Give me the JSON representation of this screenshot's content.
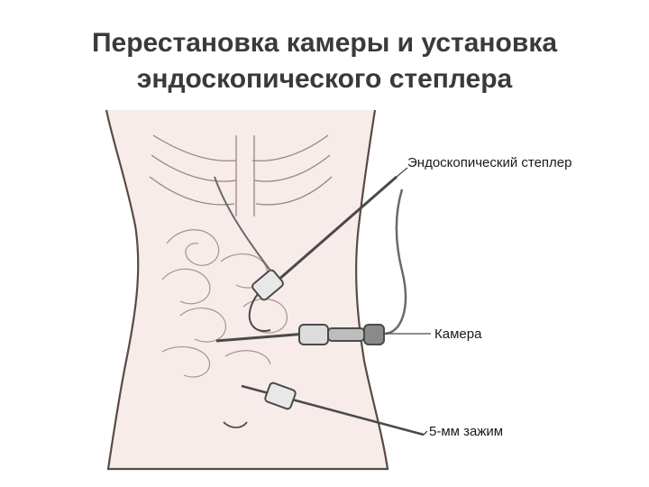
{
  "title": {
    "line1": "Перестановка камеры и установка",
    "line2": "эндоскопического степлера"
  },
  "labels": {
    "stapler": "Эндоскопический степлер",
    "camera": "Камера",
    "clamp": "5-мм зажим"
  },
  "colors": {
    "title": "#3a3a3a",
    "outline": "#5a4a44",
    "skin": "#f7ecea",
    "instrument": "#4a4a4a"
  }
}
